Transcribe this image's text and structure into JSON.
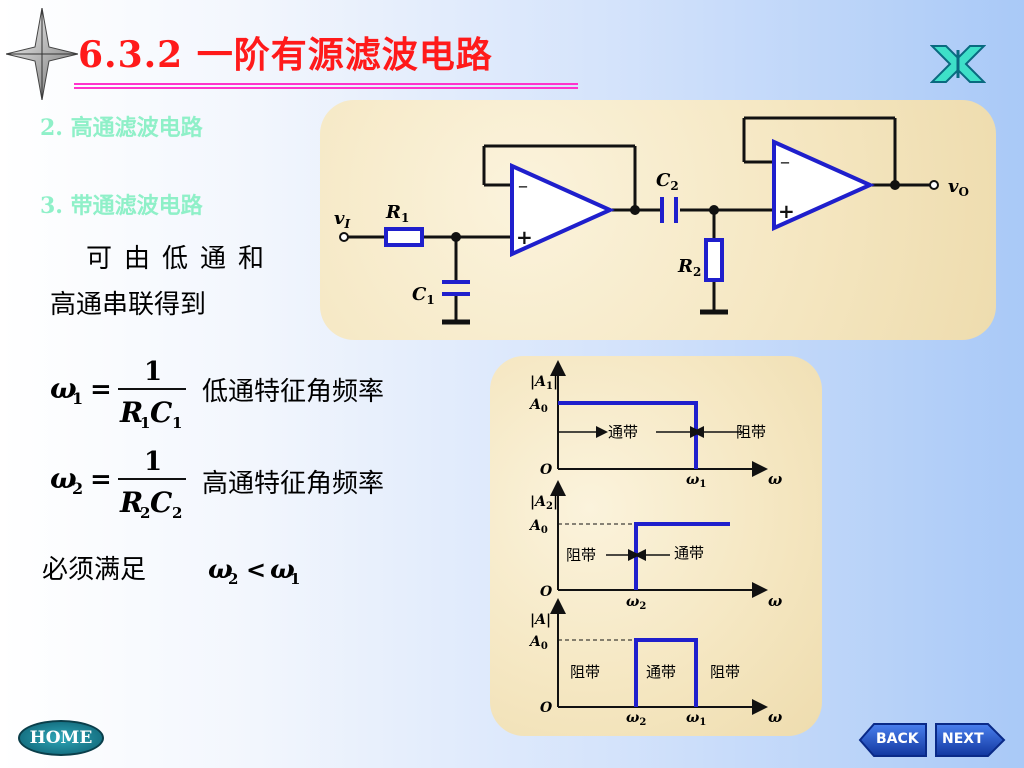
{
  "header": {
    "title": "6.3.2 一阶有源滤波电路"
  },
  "sections": {
    "highpass": "2. 高通滤波电路",
    "bandpass": "3. 带通滤波电路"
  },
  "intro": {
    "line1": "可由低通和",
    "line2": "高通串联得到"
  },
  "circuit": {
    "input": "v",
    "input_sub": "I",
    "output": "v",
    "output_sub": "O",
    "r1": "R",
    "r1_sub": "1",
    "r2": "R",
    "r2_sub": "2",
    "c1": "C",
    "c1_sub": "1",
    "c2": "C",
    "c2_sub": "2",
    "minus": "–",
    "plus": "+"
  },
  "equations": {
    "eq1": {
      "lhs": "ω",
      "lhs_sub": "1",
      "eq": "=",
      "num": "1",
      "den": "R",
      "den_sub1": "1",
      "den2": "C",
      "den_sub2": "1",
      "label": "低通特征角频率"
    },
    "eq2": {
      "lhs": "ω",
      "lhs_sub": "2",
      "eq": "=",
      "num": "1",
      "den": "R",
      "den_sub1": "2",
      "den2": "C",
      "den_sub2": "2",
      "label": "高通特征角频率"
    },
    "condition_label": "必须满足",
    "condition": {
      "a": "ω",
      "a_sub": "2",
      "op": "<",
      "b": "ω",
      "b_sub": "1"
    }
  },
  "chart_data": [
    {
      "type": "line",
      "ylabel": "|A1|",
      "y_level": "A0",
      "xlabel": "ω",
      "origin": "O",
      "cutoff": "ω1",
      "regions": [
        "通带",
        "阻带"
      ],
      "shape": "low-pass: A0 from 0 to ω1, 0 after"
    },
    {
      "type": "line",
      "ylabel": "|A2|",
      "y_level": "A0",
      "xlabel": "ω",
      "origin": "O",
      "cutoff": "ω2",
      "regions": [
        "阻带",
        "通带"
      ],
      "shape": "high-pass: 0 below ω2, A0 above"
    },
    {
      "type": "line",
      "ylabel": "|A|",
      "y_level": "A0",
      "xlabel": "ω",
      "origin": "O",
      "cutoffs": [
        "ω2",
        "ω1"
      ],
      "regions": [
        "阻带",
        "通带",
        "阻带"
      ],
      "shape": "band-pass: A0 between ω2 and ω1"
    }
  ],
  "graphs": {
    "g1": {
      "ylabel": "|A",
      "ysub": "1",
      "ylabel_end": "|",
      "a0": "A",
      "a0_sub": "0",
      "origin": "O",
      "x": "ω",
      "cut": "ω",
      "cut_sub": "1",
      "pass": "通带",
      "stop": "阻带"
    },
    "g2": {
      "ylabel": "|A",
      "ysub": "2",
      "ylabel_end": "|",
      "a0": "A",
      "a0_sub": "0",
      "origin": "O",
      "x": "ω",
      "cut": "ω",
      "cut_sub": "2",
      "pass": "通带",
      "stop": "阻带"
    },
    "g3": {
      "ylabel": "|A|",
      "a0": "A",
      "a0_sub": "0",
      "origin": "O",
      "x": "ω",
      "cut_a": "ω",
      "cut_a_sub": "2",
      "cut_b": "ω",
      "cut_b_sub": "1",
      "stop_left": "阻带",
      "pass": "通带",
      "stop_right": "阻带"
    }
  },
  "nav": {
    "home": "HOME",
    "back": "BACK",
    "next": "NEXT"
  },
  "colors": {
    "title": "#ff1a1a",
    "subhead": "#8ff0c8",
    "circuit": "#1f1fcc",
    "accent": "#ff33cc"
  }
}
